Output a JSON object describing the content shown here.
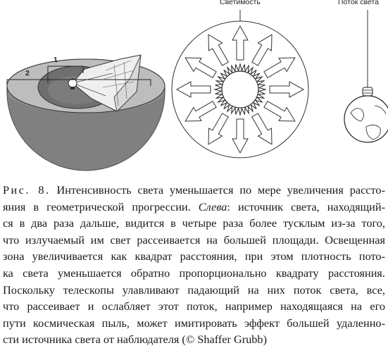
{
  "figure": {
    "labels": {
      "luminosity": "Светимость",
      "light_flux": "Поток света",
      "distance_1": "1",
      "distance_2": "2"
    },
    "colors": {
      "hemisphere_outer": "#8a8a8a",
      "hemisphere_top": "#bdbdbd",
      "inner_disk": "#6f6f6f",
      "light_cone": "#e9e9e9",
      "stroke": "#333333"
    }
  },
  "caption": {
    "figure_number": "Рис. 8.",
    "lines": [
      {
        "pre": " Интенсивность света уменьшается по мере увеличения рассто-"
      },
      {
        "pre": "яния в геометрической прогрессии. ",
        "em": "Слева",
        "post": ": источник света, находящий-"
      },
      {
        "pre": "ся в два раза дальше, видится в четыре раза более тусклым из-за того,"
      },
      {
        "pre": "что излучаемый им свет рассеивается на большей площади. Освещенная"
      },
      {
        "pre": "зона увеличивается как квадрат расстояния, при этом плотность пото-"
      },
      {
        "pre": "ка света уменьшается обратно пропорционально квадрату расстояния."
      },
      {
        "pre": "Поскольку телескопы улавливают падающий на них поток света, все,"
      },
      {
        "pre": "что рассеивает и ослабляет этот поток, например находящаяся на его"
      },
      {
        "pre": "пути космическая пыль, может имитировать эффект большей удаленно-"
      },
      {
        "pre": "сти источника света от наблюдателя (© Shaffer Grubb)"
      }
    ]
  }
}
